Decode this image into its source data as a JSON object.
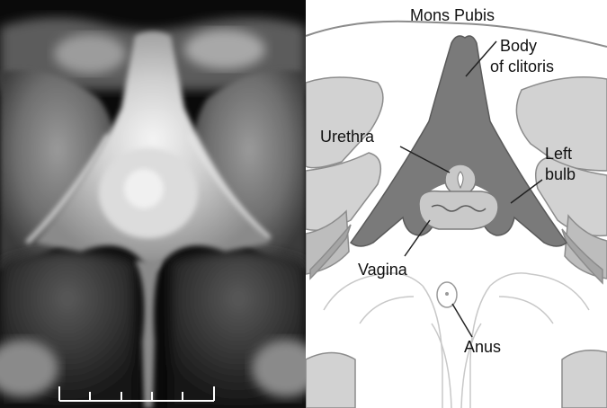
{
  "labels": {
    "mons_pubis": "Mons Pubis",
    "body_of_clitoris_line1": "Body",
    "body_of_clitoris_line2": "of clitoris",
    "urethra": "Urethra",
    "left_bulb_line1": "Left",
    "left_bulb_line2": "bulb",
    "vagina": "Vagina",
    "anus": "Anus"
  },
  "colors": {
    "tissue_fill": "#d2d2d2",
    "tissue_stroke": "#8c8c8c",
    "clitoris_fill": "#7a7a7a",
    "urethra_fill": "#c8c8c8",
    "vagina_fill": "#c9c9c9",
    "mri_background": "#0a0a0a"
  },
  "icons": {
    "scale_bar": "scale-bar-icon"
  }
}
